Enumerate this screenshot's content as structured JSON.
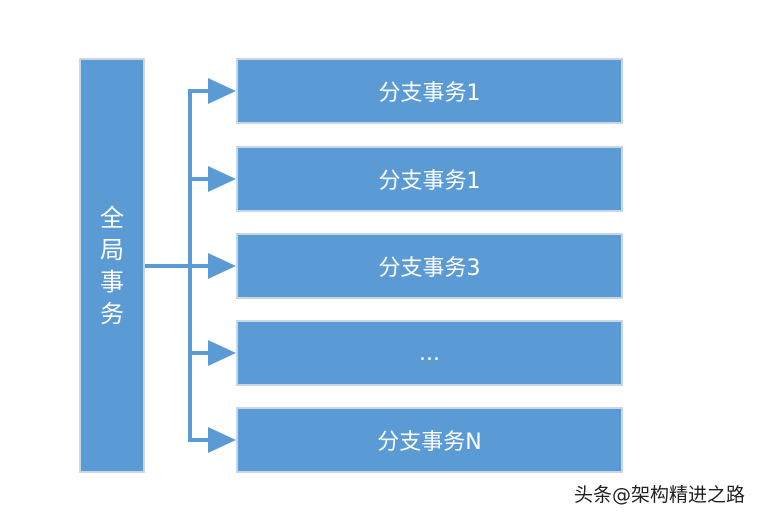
{
  "global_transaction": {
    "chars": [
      "全",
      "局",
      "事",
      "务"
    ]
  },
  "branches": [
    {
      "label": "分支事务1"
    },
    {
      "label": "分支事务1"
    },
    {
      "label": "分支事务3"
    },
    {
      "label": "..."
    },
    {
      "label": "分支事务N"
    }
  ],
  "watermark": "头条@架构精进之路",
  "colors": {
    "box_fill": "#5b9bd5",
    "box_border": "#c9d6e3",
    "connector": "#5b9bd5",
    "text": "#ffffff"
  }
}
